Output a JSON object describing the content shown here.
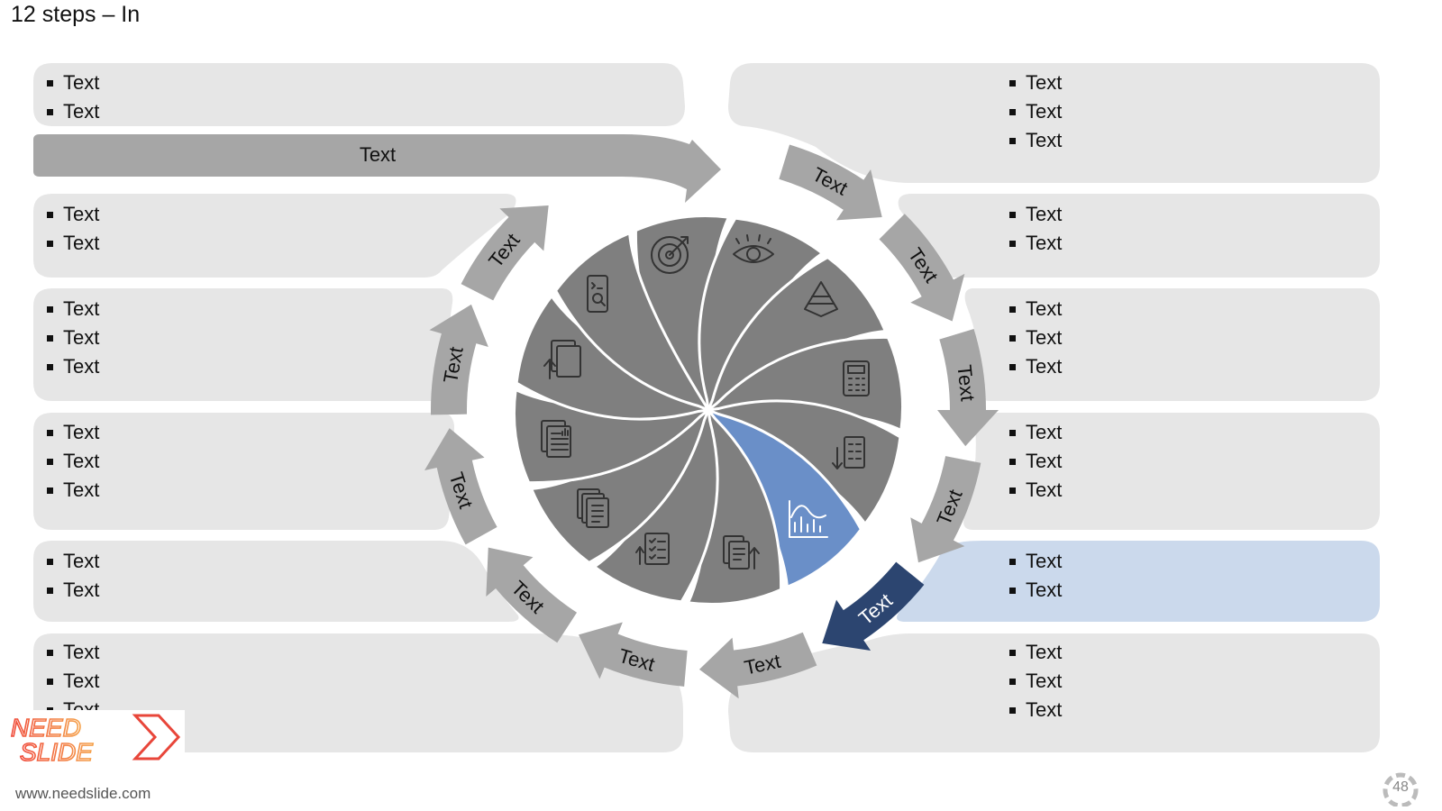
{
  "slide": {
    "title": "12 steps – In",
    "url": "www.needslide.com",
    "page_number": "48",
    "logo": {
      "line1": "NEED",
      "line2": "SLIDE"
    }
  },
  "header_bar": {
    "label": "Text"
  },
  "cycle_steps": [
    {
      "label": "Text"
    },
    {
      "label": "Text"
    },
    {
      "label": "Text"
    },
    {
      "label": "Text"
    },
    {
      "label": "Text"
    },
    {
      "label": "Text"
    },
    {
      "label": "Text"
    },
    {
      "label": "Text"
    },
    {
      "label": "Text"
    },
    {
      "label": "Text"
    },
    {
      "label": "Text"
    }
  ],
  "left_boxes": [
    {
      "items": [
        "Text",
        "Text"
      ]
    },
    {
      "items": [
        "Text",
        "Text"
      ]
    },
    {
      "items": [
        "Text",
        "Text",
        "Text"
      ]
    },
    {
      "items": [
        "Text",
        "Text",
        "Text"
      ]
    },
    {
      "items": [
        "Text",
        "Text"
      ]
    },
    {
      "items": [
        "Text",
        "Text",
        "Text"
      ]
    }
  ],
  "right_boxes": [
    {
      "items": [
        "Text",
        "Text",
        "Text"
      ]
    },
    {
      "items": [
        "Text",
        "Text"
      ]
    },
    {
      "items": [
        "Text",
        "Text",
        "Text"
      ]
    },
    {
      "items": [
        "Text",
        "Text",
        "Text"
      ]
    },
    {
      "items": [
        "Text",
        "Text"
      ]
    },
    {
      "items": [
        "Text",
        "Text",
        "Text"
      ]
    }
  ],
  "petal_icons": [
    "target-icon",
    "eye-icon",
    "pyramid-icon",
    "calculator-icon",
    "checklist-document-icon",
    "bar-chart-icon",
    "document-upload-icon",
    "checklist-icon",
    "report-documents-icon",
    "financial-documents-icon",
    "upload-files-icon",
    "mobile-search-icon"
  ],
  "colors": {
    "accent": "#6a8fc8",
    "accent_dark": "#2c4570",
    "highlight_box": "#cbd9ec",
    "petal": "#7f7f7f",
    "arrow": "#a6a6a6",
    "box": "#e6e6e6"
  }
}
